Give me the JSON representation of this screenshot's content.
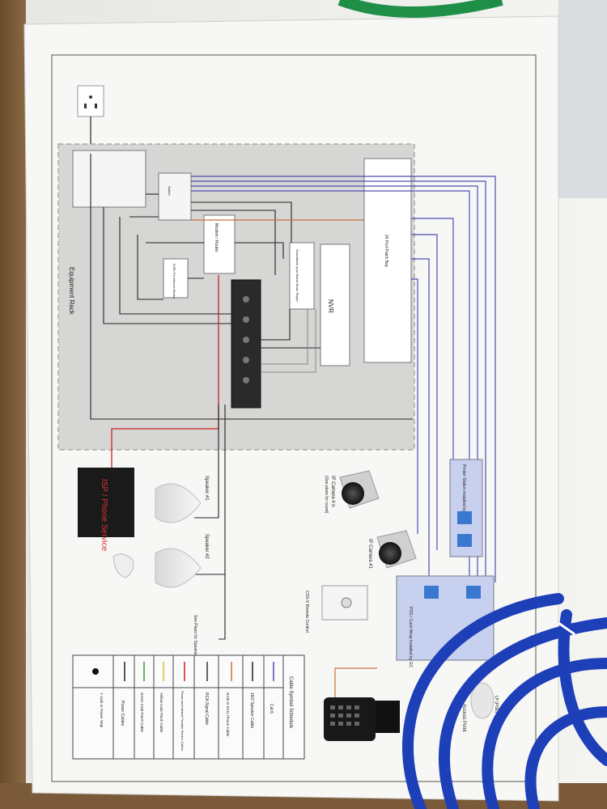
{
  "labels": {
    "equipment_rack": "Equipment Rack",
    "patch_bay": "24 Port Patch Bay",
    "nvr": "NVR",
    "modem_router": "Modem / Router",
    "soundtrack": "Soundtrack your Brand Music Player",
    "dvr": "DVRC Fire Network Monitor",
    "switch": "Switch",
    "isp": "ISP / Phone Service",
    "speaker_1": "Speaker #1",
    "speaker_2": "Speaker #2",
    "see_plans": "See Plans for Speaker Count",
    "ip_camera_n": "IP Camera # n",
    "ip_camera_n_sub": "(See plans for count)",
    "ip_camera_1": "IP Camera #1",
    "printer_station": "Printer Station Installed by GC",
    "pos": "POS / Cash Wrap Installed by GC",
    "remote_control": "CSS-V Remote Control",
    "access_point": "Access Point",
    "ap_poe": "LP (POE)",
    "schedule_title": "Cable Symbol Schedule",
    "schedule_rows": [
      "Cat 6",
      "16/2 Speaker Cable",
      "RJ45 to RJ11 Phone Cable",
      "RCA Signal Cable",
      "Phone and Internet Provider Service Cables",
      "Yellow Cat5 Patch Cable",
      "Green Cat5 Patch Cable",
      "Power Cables",
      "Y Jack or Power Strip"
    ]
  },
  "colors": {
    "cat6": "#4a4fb0",
    "speaker": "#222222",
    "phone": "#c8743c",
    "rca": "#333333",
    "isp_red": "#cc2222",
    "cable_blue": "#1d3fb8"
  }
}
